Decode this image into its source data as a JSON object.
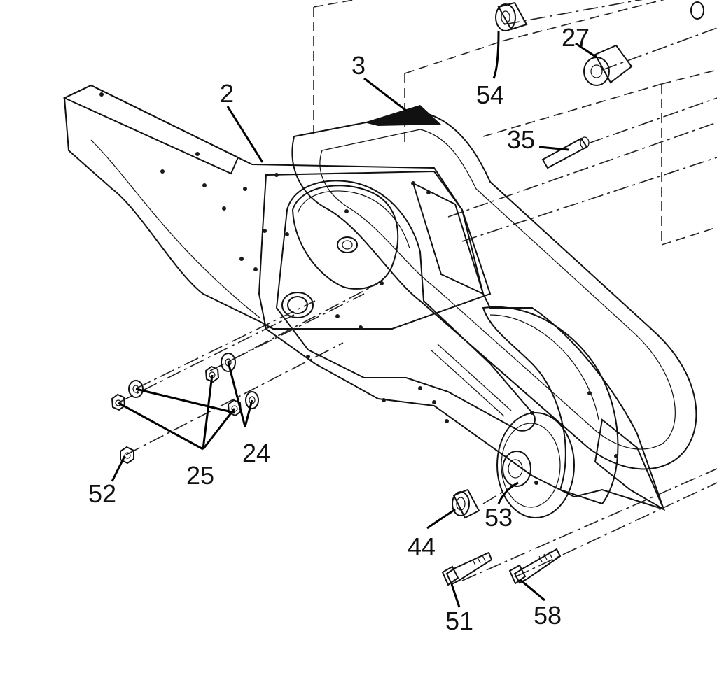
{
  "diagram": {
    "colors": {
      "housing": "#F5B400",
      "housing_shadow": "#D99A00",
      "outline": "#111111",
      "belt": "#FFFFFF",
      "hardware": "#FFFFFF"
    },
    "callouts": {
      "p2": "2",
      "p3": "3",
      "p24": "24",
      "p25": "25",
      "p27": "27",
      "p35": "35",
      "p44": "44",
      "p51": "51",
      "p52": "52",
      "p53": "53",
      "p54": "54",
      "p58": "58"
    }
  }
}
